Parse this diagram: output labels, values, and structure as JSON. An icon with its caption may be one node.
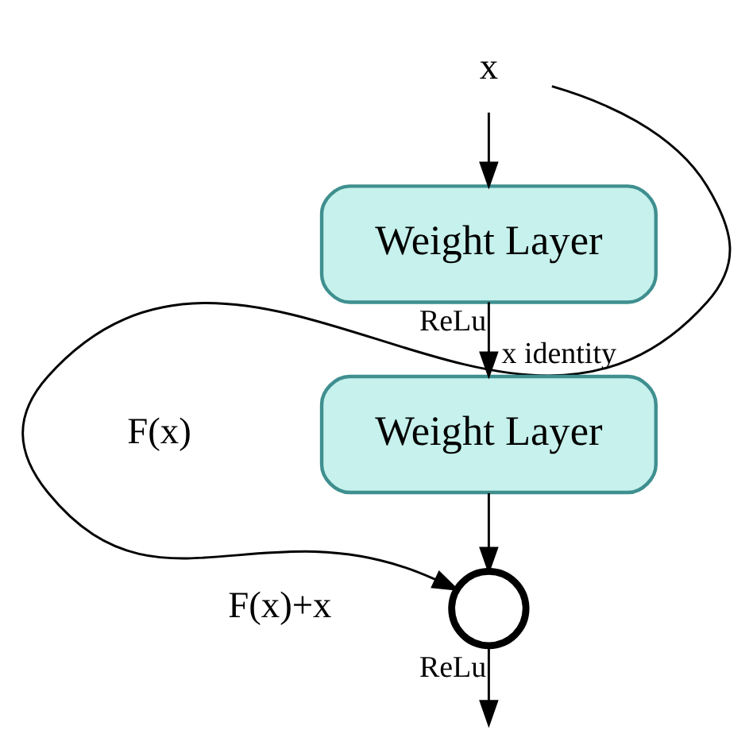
{
  "diagram": {
    "nodes": [
      {
        "text": [
          "x"
        ]
      },
      {
        "text": [
          "Weight Layer"
        ]
      },
      {
        "text": [
          "Weight Layer"
        ]
      },
      {
        "text": [],
        "shape": "circle"
      }
    ],
    "edges": [
      {
        "from": 0,
        "to": 1,
        "arrow": "to"
      },
      {
        "from": 1,
        "to": 2,
        "arrow": "to",
        "label": "ReLu"
      },
      {
        "from": 2,
        "to": 3,
        "arrow": "to"
      },
      {
        "from": 0,
        "to": 3,
        "arrow": "to",
        "label": "x identity"
      },
      {
        "from": 3,
        "to": null,
        "arrow": "to",
        "label": "ReLu"
      }
    ],
    "labels": [
      "F(x)",
      "F(x)+x"
    ]
  }
}
